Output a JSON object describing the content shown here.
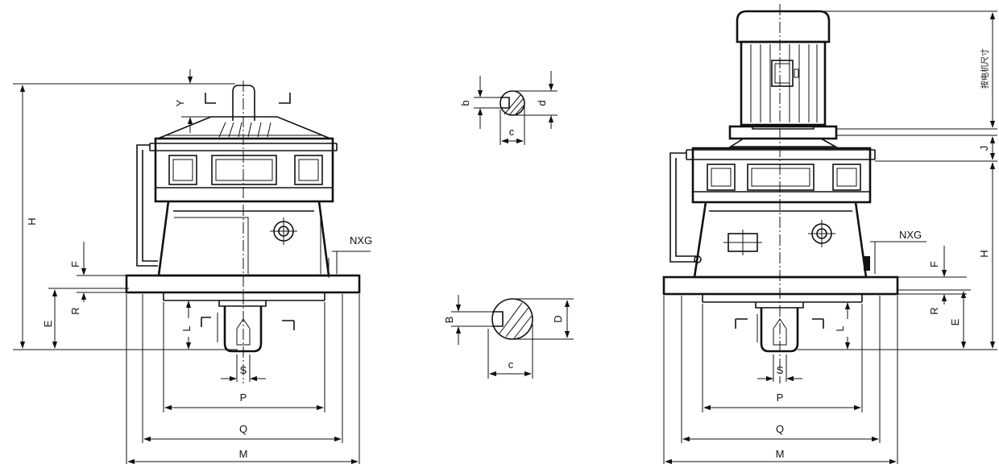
{
  "labels": {
    "H": "H",
    "E": "E",
    "F": "F",
    "R": "R",
    "L": "L",
    "Y": "Y",
    "NXG": "NXG",
    "S": "S",
    "P": "P",
    "Q": "Q",
    "M": "M",
    "b": "b",
    "d": "d",
    "c": "c",
    "B": "B",
    "D": "D",
    "J": "J",
    "motor_note": "按电机尺寸"
  }
}
